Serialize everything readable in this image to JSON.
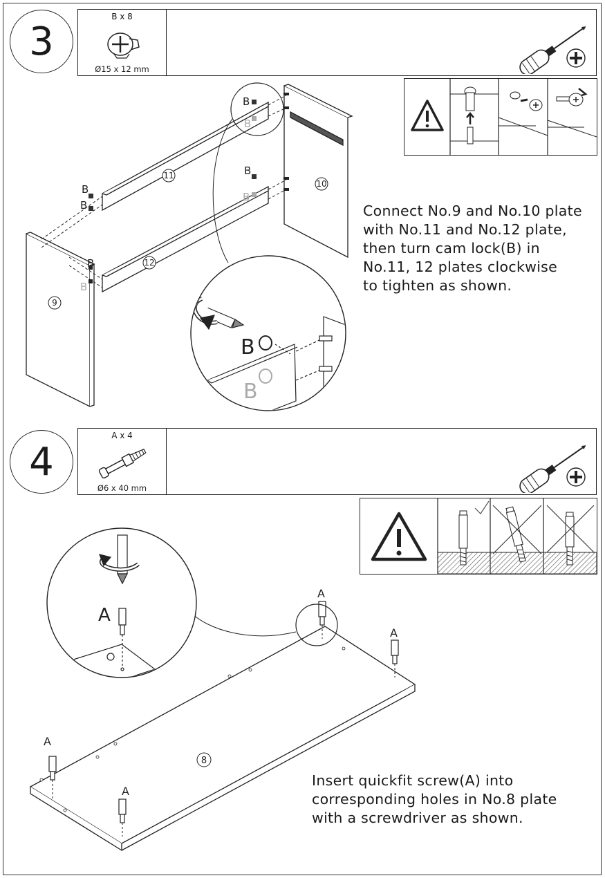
{
  "step3": {
    "number": "3",
    "part": {
      "letter": "B",
      "qty": "B x 8",
      "dims": "Ø15 x 12 mm",
      "icon": "cam-lock-icon"
    },
    "tool_icon": "phillips-screwdriver-icon",
    "plates": [
      "9",
      "10",
      "11",
      "12"
    ],
    "labels": {
      "B": "B"
    },
    "instruction": [
      "Connect No.9 and No.10 plate",
      "with No.11 and No.12 plate,",
      "then turn cam lock(B) in",
      "No.11, 12 plates clockwise",
      "to tighten as shown."
    ]
  },
  "step4": {
    "number": "4",
    "part": {
      "letter": "A",
      "qty": "A x 4",
      "dims": "Ø6 x 40 mm",
      "icon": "quickfit-screw-icon"
    },
    "tool_icon": "phillips-screwdriver-icon",
    "plates": [
      "8"
    ],
    "labels": {
      "A": "A"
    },
    "instruction": [
      "Insert quickfit screw(A) into",
      "corresponding holes in No.8 plate",
      "with a screwdriver as shown."
    ]
  },
  "colors": {
    "line": "#222222",
    "grey_label": "#9a9a9a",
    "hatch": "#555555"
  }
}
